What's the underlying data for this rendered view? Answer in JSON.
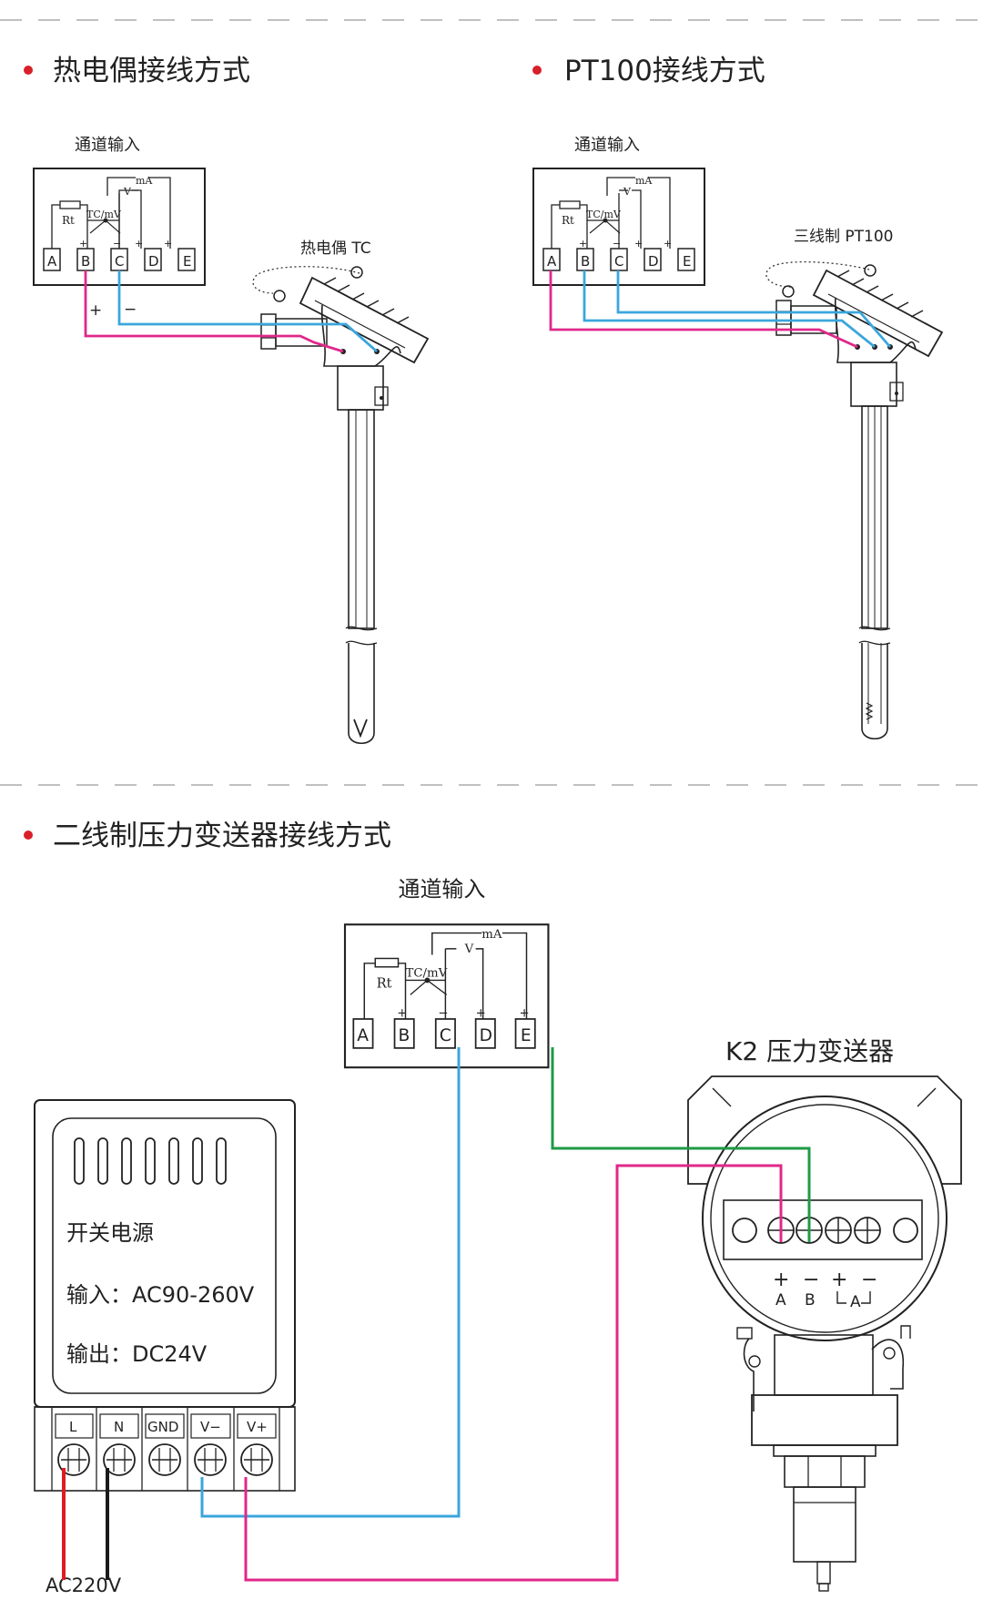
{
  "sections": {
    "thermocouple": {
      "title": "热电偶接线方式",
      "device_label": "热电偶 TC",
      "plus": "+",
      "minus": "−"
    },
    "pt100": {
      "title": "PT100接线方式",
      "device_label": "三线制 PT100"
    },
    "transmitter": {
      "title": "二线制压力变送器接线方式",
      "device_label": "K2 压力变送器"
    }
  },
  "channel_input": {
    "title": "通道输入",
    "terminals": [
      "A",
      "B",
      "C",
      "D",
      "E"
    ],
    "rt": "Rt",
    "tcmv": "TC/mV",
    "v": "V",
    "ma": "mA",
    "plus": "+",
    "minus": "−"
  },
  "power_supply": {
    "name": "开关电源",
    "input": "输入：AC90-260V",
    "output": "输出：DC24V",
    "terminals": [
      "L",
      "N",
      "GND",
      "V−",
      "V+"
    ],
    "mains": "AC220V"
  },
  "transmitter_block": {
    "marks": [
      "+",
      "−",
      "+",
      "−"
    ],
    "letters": [
      "A",
      "B",
      "A"
    ]
  },
  "colors": {
    "bullet": "#d8202a",
    "magenta": "#e0288a",
    "blue": "#3aa6dc",
    "green": "#1e9a46",
    "red": "#e01b22",
    "black": "#1a1a1a"
  }
}
